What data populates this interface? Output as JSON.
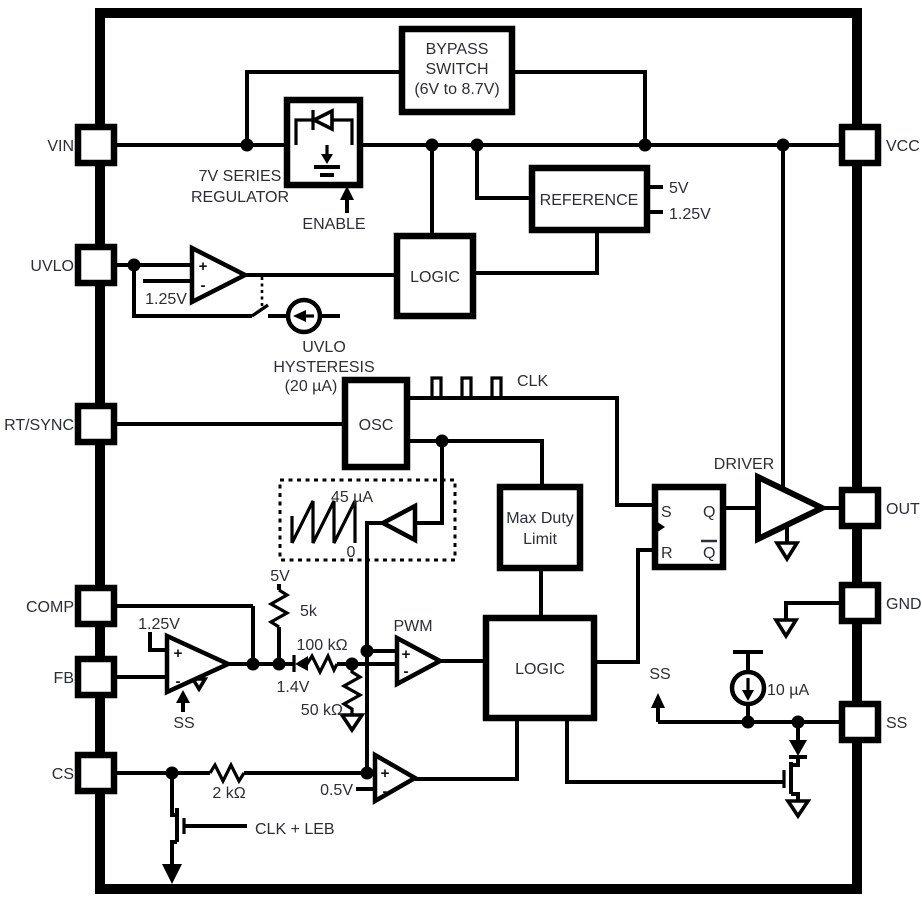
{
  "pins": {
    "left": [
      {
        "label": "VIN"
      },
      {
        "label": "UVLO"
      },
      {
        "label": "RT/SYNC"
      },
      {
        "label": "COMP"
      },
      {
        "label": "FB"
      },
      {
        "label": "CS"
      }
    ],
    "right": [
      {
        "label": "VCC"
      },
      {
        "label": "OUT"
      },
      {
        "label": "GND"
      },
      {
        "label": "SS"
      }
    ]
  },
  "blocks": {
    "bypass_switch": {
      "line1": "BYPASS",
      "line2": "SWITCH",
      "line3": "(6V to 8.7V)"
    },
    "series_regulator": {
      "line1": "7V SERIES",
      "line2": "REGULATOR",
      "enable": "ENABLE"
    },
    "reference": {
      "label": "REFERENCE",
      "out1": "5V",
      "out2": "1.25V"
    },
    "uvlo_logic": {
      "label": "LOGIC"
    },
    "osc": {
      "label": "OSC",
      "clk": "CLK"
    },
    "max_duty": {
      "line1": "Max Duty",
      "line2": "Limit"
    },
    "main_logic": {
      "label": "LOGIC"
    },
    "latch": {
      "s": "S",
      "r": "R",
      "q": "Q",
      "qbar": "Q"
    },
    "driver": {
      "label": "DRIVER"
    }
  },
  "comparators": {
    "uvlo": {
      "ref": "1.25V",
      "plus": "+",
      "minus": "-",
      "hyst_line1": "UVLO",
      "hyst_line2": "HYSTERESIS",
      "hyst_current": "(20 µA)"
    },
    "error_amp": {
      "ref": "1.25V",
      "ss": "SS",
      "plus": "+",
      "minus": "-"
    },
    "pwm": {
      "label": "PWM",
      "plus": "+",
      "minus": "-"
    },
    "current_sense": {
      "ref": "0.5V",
      "plus": "+",
      "minus": "-",
      "gate_signal": "CLK + LEB"
    }
  },
  "ramp": {
    "current": "45 µA",
    "zero": "0",
    "supply": "5V"
  },
  "resistors": {
    "r_5k": "5k",
    "r_100k": "100 kΩ",
    "r_50k": "50 kΩ",
    "r_2k": "2 kΩ"
  },
  "values": {
    "offset": "1.4V",
    "ss_current": "10 µA",
    "ss_signal": "SS"
  },
  "colors": {
    "line": "#000000",
    "text": "#2b2e38",
    "background": "#ffffff"
  }
}
